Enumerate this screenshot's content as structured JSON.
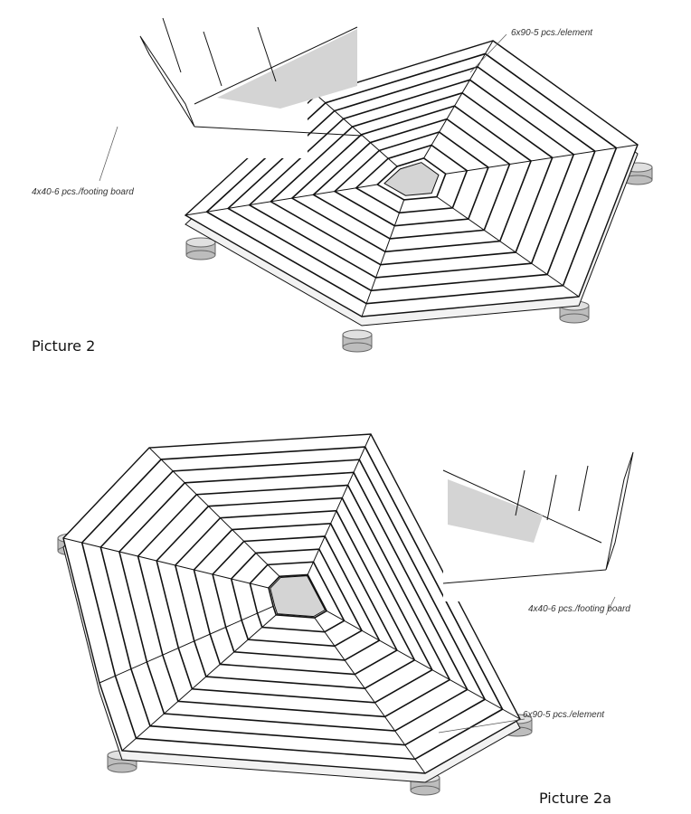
{
  "picture_2": {
    "caption": "Picture 2",
    "label_element": "6x90-5 pcs./element",
    "label_footing": "4x40-6 pcs./footing board"
  },
  "picture_2a": {
    "caption": "Picture 2a",
    "label_element": "6x90-5 pcs./element",
    "label_footing": "4x40-6 pcs./footing board"
  },
  "colors": {
    "line": "#111111",
    "shade": "#d4d4d4",
    "foot": "#bdbdbd"
  }
}
